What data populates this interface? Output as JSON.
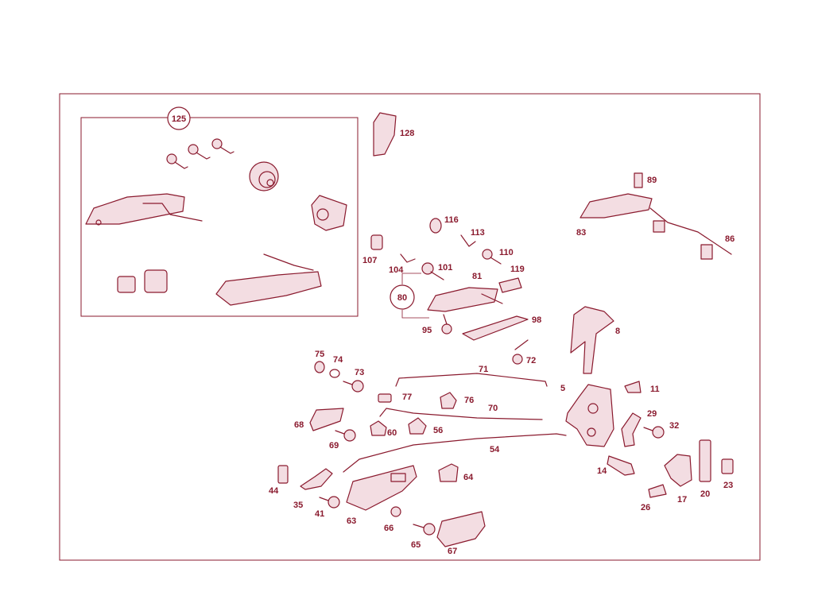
{
  "diagram": {
    "title": "",
    "group_label": "125",
    "callout_label": "80",
    "part_numbers": [
      "128",
      "89",
      "83",
      "86",
      "116",
      "113",
      "107",
      "110",
      "104",
      "101",
      "119",
      "81",
      "95",
      "98",
      "8",
      "75",
      "74",
      "73",
      "71",
      "72",
      "5",
      "11",
      "77",
      "76",
      "70",
      "68",
      "60",
      "56",
      "29",
      "32",
      "69",
      "54",
      "14",
      "44",
      "64",
      "35",
      "41",
      "63",
      "66",
      "65",
      "67",
      "26",
      "17",
      "20",
      "23"
    ]
  }
}
